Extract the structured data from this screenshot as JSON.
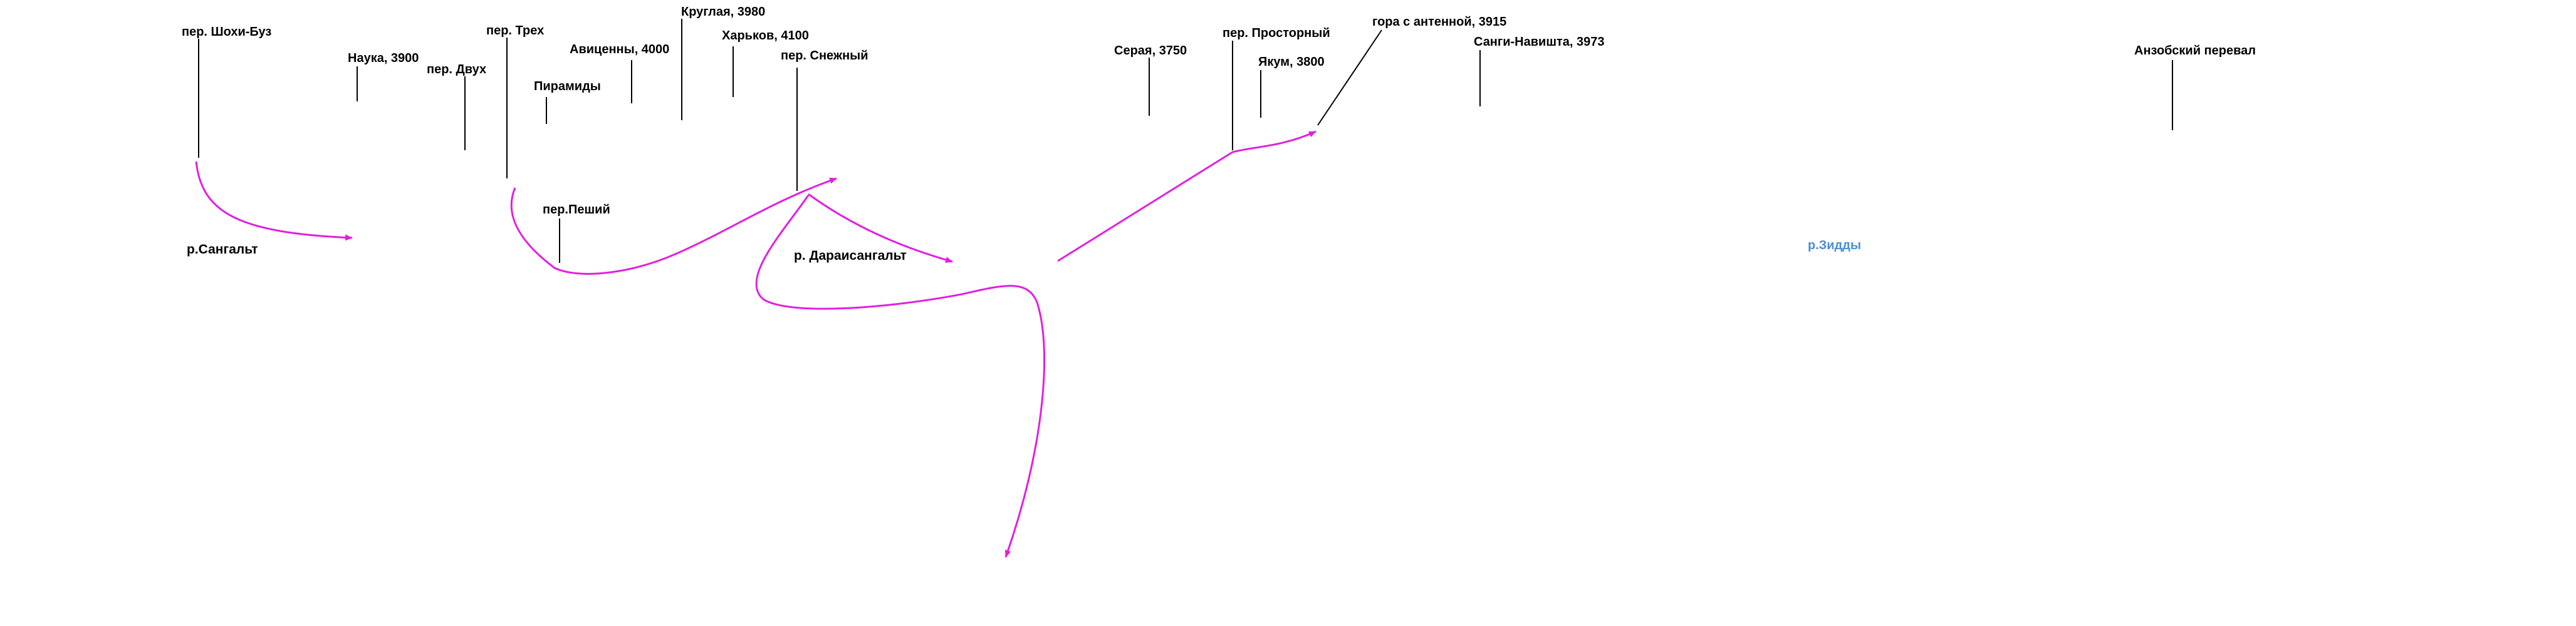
{
  "labels": {
    "shokhi_buz": "пер. Шохи-Буз",
    "nauka": "Наука, 3900",
    "dvukh": "пер. Двух",
    "trekh": "пер. Трех",
    "piramidy": "Пирамиды",
    "avitsenny": "Авиценны, 4000",
    "kruglaya": "Круглая, 3980",
    "kharkov": "Харьков, 4100",
    "snezhny": "пер. Снежный",
    "peshiy": "пер.Пеший",
    "sangalt": "р.Сангальт",
    "daraisangalt": "р. Дараисангальт",
    "seraya": "Серая, 3750",
    "prostorny": "пер. Просторный",
    "yakum": "Якум, 3800",
    "gora_antenna": "гора с антенной, 3915",
    "sangi_navishta": "Санги-Навишта, 3973",
    "anzob": "Анзобский перевал",
    "zeddy": "р.Зидды"
  },
  "colors": {
    "route": "#e020e0",
    "leader": "#000000",
    "text": "#000000",
    "water": "#4a8fd4"
  }
}
